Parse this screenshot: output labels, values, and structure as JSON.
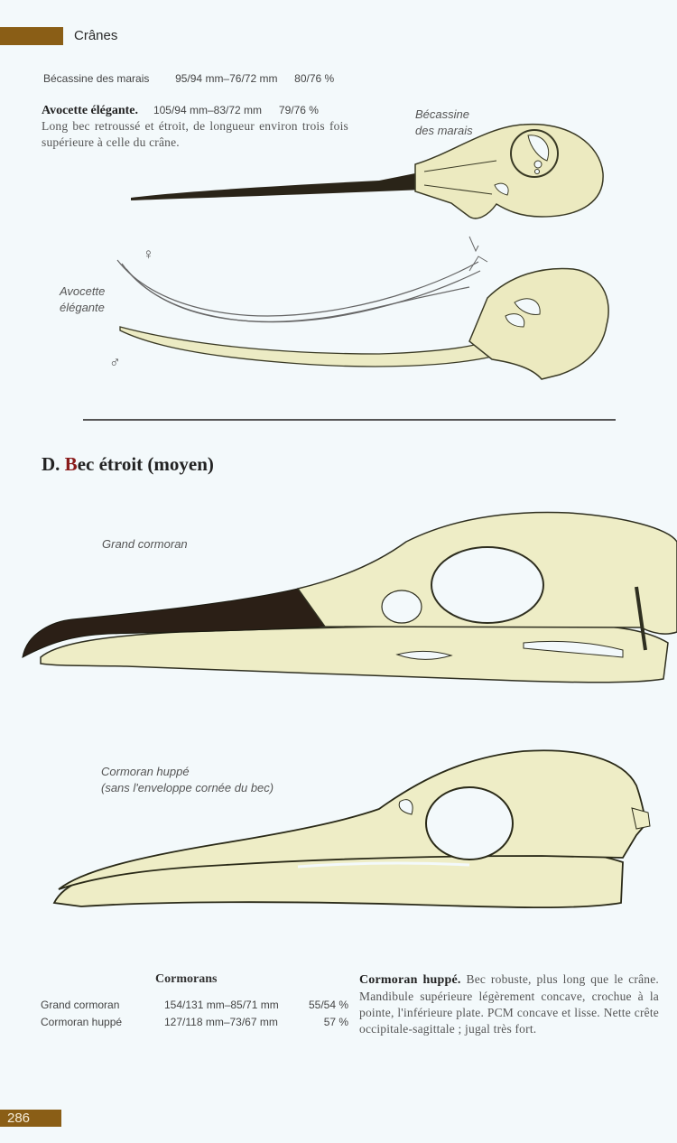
{
  "header": {
    "section_title": "Crânes",
    "accent_color": "#8a5e16"
  },
  "top_measure": {
    "species": "Bécassine des marais",
    "measurements": "95/94 mm–76/72 mm",
    "ratio": "80/76 %"
  },
  "avocette_entry": {
    "name": "Avocette élégante.",
    "measurements": "105/94 mm–83/72 mm",
    "ratio": "79/76 %",
    "description": "Long bec retroussé et étroit, de longueur environ trois fois supérieure à celle du crâne."
  },
  "figures": {
    "becassine_caption_line1": "Bécassine",
    "becassine_caption_line2": "des marais",
    "avocette_caption_line1": "Avocette",
    "avocette_caption_line2": "élégante",
    "female_symbol": "♀",
    "male_symbol": "♂",
    "grand_cormoran_caption": "Grand cormoran",
    "cormoran_huppe_caption_line1": "Cormoran huppé",
    "cormoran_huppe_caption_line2": "(sans l'enveloppe cornée du bec)"
  },
  "section_d": {
    "letter": "D.",
    "initial": "B",
    "rest": "ec étroit (moyen)"
  },
  "cormorans_table": {
    "title": "Cormorans",
    "rows": [
      {
        "species": "Grand cormoran",
        "measurements": "154/131 mm–85/71 mm",
        "ratio": "55/54 %"
      },
      {
        "species": "Cormoran huppé",
        "measurements": "127/118 mm–73/67 mm",
        "ratio": "57 %"
      }
    ]
  },
  "cormoran_huppe_entry": {
    "name": "Cormoran huppé.",
    "description": "Bec robuste, plus long que le crâne. Mandibule supérieure légèrement concave, crochue à la pointe, l'inférieure plate. PCM concave et lisse. Nette crête occipitale-sagittale ; jugal très fort."
  },
  "footer": {
    "page_number": "286"
  }
}
